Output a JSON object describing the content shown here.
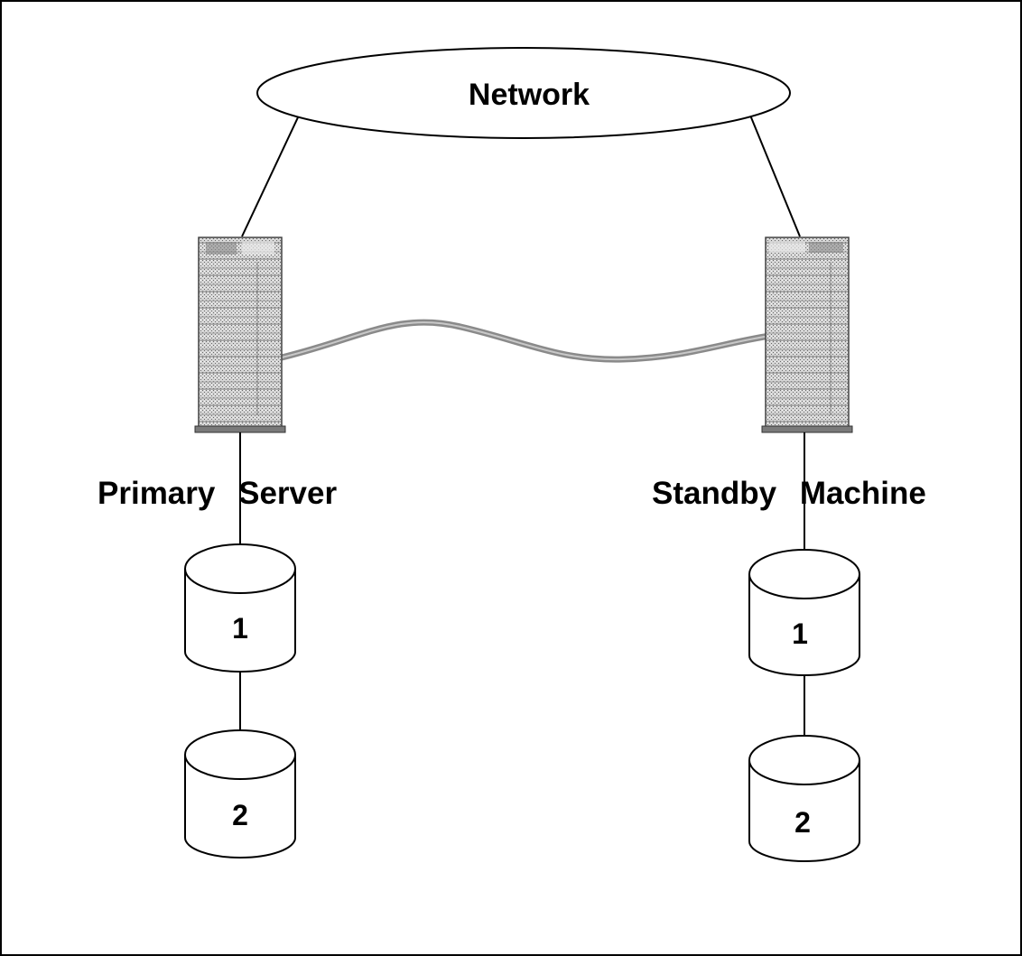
{
  "network": {
    "label": "Network"
  },
  "primary": {
    "label_word1": "Primary",
    "label_word2": "Server",
    "disks": [
      "1",
      "2"
    ]
  },
  "standby": {
    "label_word1": "Standby",
    "label_word2": "Machine",
    "disks": [
      "1",
      "2"
    ]
  },
  "colors": {
    "line": "#000000",
    "server_body": "#bdbdbd",
    "link_cable": "#8a8a8a",
    "background": "#ffffff"
  }
}
